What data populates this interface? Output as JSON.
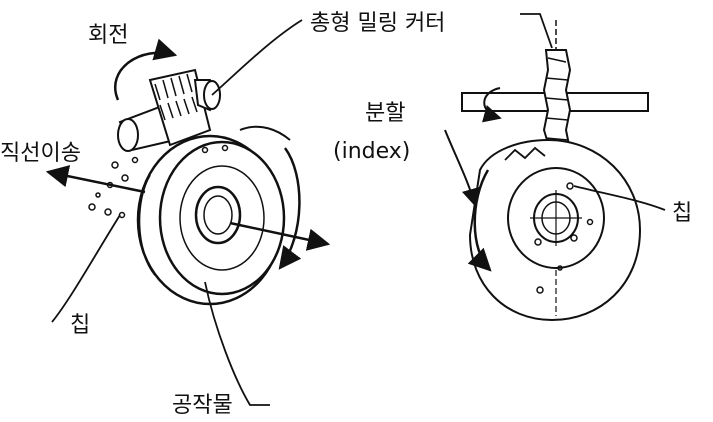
{
  "labels": {
    "rotation": "회전",
    "cutter": "총형 밀링 커터",
    "traverse": "직선이송",
    "chip_left": "칩",
    "index_ko": "분할",
    "index_en": "(index)",
    "chip_right": "칩",
    "workpiece": "공작물"
  }
}
